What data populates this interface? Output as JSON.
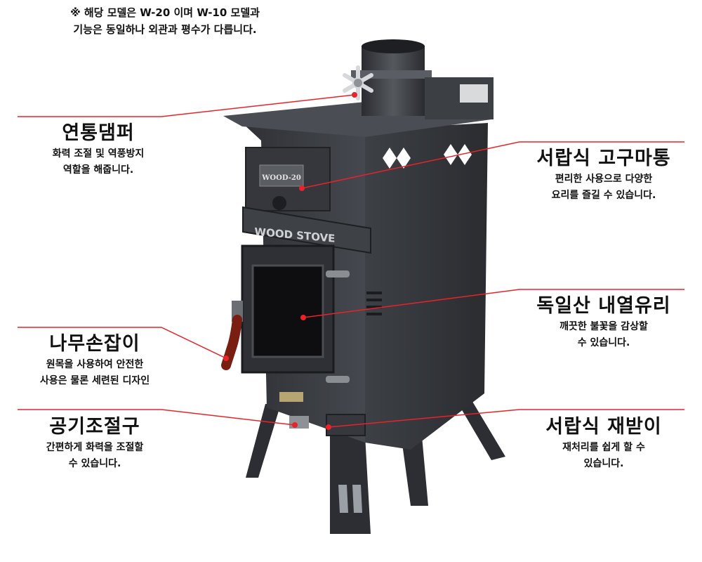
{
  "note": {
    "line1": "※ 해당 모델은 W-20 이며 W-10 모델과",
    "line2": "기능은 동일하나 외관과 평수가 다릅니다."
  },
  "stove": {
    "door_plate": "WOOD-20",
    "front_plate": "WOOD STOVE"
  },
  "features": {
    "damper": {
      "title": "연통댐퍼",
      "desc": "화력 조절 및 역풍방지\n역할을 해줍니다."
    },
    "handle": {
      "title": "나무손잡이",
      "desc": "원목을 사용하여 안전한\n사용은 물론 세련된 디자인"
    },
    "air": {
      "title": "공기조절구",
      "desc": "간편하게 화력을 조절할\n수 있습니다."
    },
    "drawer": {
      "title": "서랍식 고구마통",
      "desc": "편리한 사용으로 다양한\n요리를 즐길 수 있습니다."
    },
    "glass": {
      "title": "독일산 내열유리",
      "desc": "깨끗한 불꽃을 감상할\n수 있습니다."
    },
    "ash": {
      "title": "서랍식 재받이",
      "desc": "재처리를 쉽게 할 수\n있습니다."
    }
  },
  "colors": {
    "callout_line": "#e8232a",
    "stove_body": "#3b3d42",
    "handle_wood": "#7a1e12"
  }
}
